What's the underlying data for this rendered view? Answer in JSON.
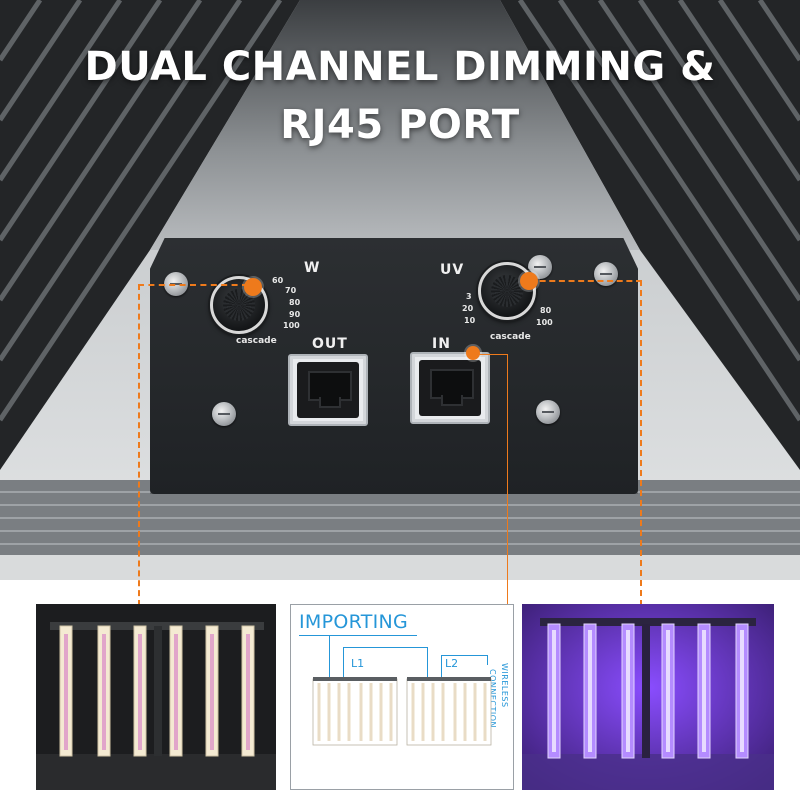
{
  "headline": {
    "line1": "DUAL CHANNEL DIMMING &",
    "line2": "RJ45 PORT"
  },
  "panel": {
    "w_label": "W",
    "uv_label": "UV",
    "out_label": "OUT",
    "in_label": "IN",
    "cascade_left": "cascade",
    "cascade_right": "cascade",
    "w_scale": [
      "60",
      "70",
      "80",
      "90",
      "100"
    ],
    "uv_scale": [
      "10",
      "20",
      "3",
      "80",
      "100"
    ]
  },
  "diagram": {
    "title": "IMPORTING",
    "l1": "L1",
    "l2": "L2",
    "side_text_1": "WIRELESS",
    "side_text_2": "CONNECTION"
  },
  "colors": {
    "accent": "#ee7a1c",
    "diagram_blue": "#2596d8",
    "panel": "#26292c",
    "uv_glow": "#7b3cff"
  },
  "icons": [
    "knob-icon",
    "rj45-port-icon",
    "screw-icon"
  ]
}
